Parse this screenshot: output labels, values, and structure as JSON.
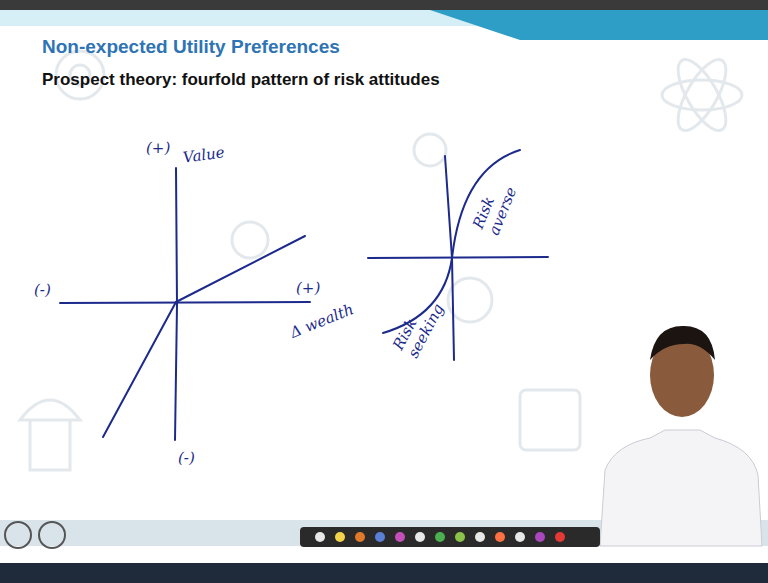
{
  "diagram": {
    "title": "Non-expected Utility Preferences",
    "labels": [
      "Prospect theory: fourfold pattern of risk attitudes",
      "(+)",
      "Value",
      "(-)",
      "(+)",
      "Δ wealth",
      "(-)",
      "Risk averse",
      "Risk seeking"
    ]
  }
}
